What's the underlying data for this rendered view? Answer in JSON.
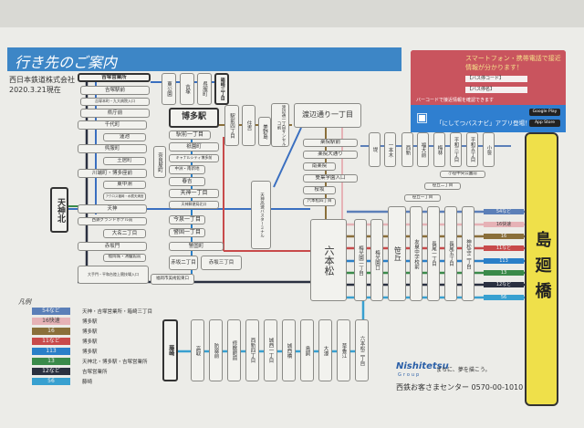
{
  "header": {
    "title": "行き先のご案内",
    "company": "西日本鉄道株式会社",
    "date": "2020.3.21現在"
  },
  "info": {
    "headline": "スマートフォン・携帯電話で接近情報が分かります！",
    "bus_code": "【バス停コード】",
    "stop_name": "【バス停名】",
    "note": "バーコードで接近情報を確認できます",
    "app_title": "「にしてつバスナビ」アプリ登場！",
    "store1": "Google Play",
    "store2": "App Store"
  },
  "terminus": "島廻橋",
  "stops": {
    "left": [
      "吉塚営業所",
      "吉塚駅前",
      "吉塚本町・九大病院入口",
      "県庁前",
      "千代町",
      "蓮池",
      "呉服町",
      "土居町",
      "川端町・博多座前",
      "東中洲",
      "アクロス福岡・水鏡天満宮",
      "天神",
      "西鉄グランドホテル前",
      "大名二丁目",
      "赤坂門",
      "福岡城・鴻臚館前",
      "大手門・平和台陸上競技場入口"
    ],
    "tenjin_kita": "天神北",
    "hakata": "博多駅",
    "mid": [
      "駅前一丁目",
      "祇園町",
      "キャナルシティ博多前",
      "中洲・南新地",
      "春吉",
      "天神一丁目",
      "天神郵便局北口",
      "今泉一丁目",
      "警固一丁目",
      "警固町",
      "赤坂二丁目",
      "赤坂三丁目",
      "福岡市美術館東口"
    ],
    "top": [
      "東公園",
      "吉塚",
      "呉服町",
      "箱崎三丁目",
      "駅前四丁目",
      "住吉",
      "美野島",
      "渡辺通一丁目サンセルコ前",
      "渡辺通り一丁目",
      "天神高速バスターミナル",
      "奈良屋町"
    ],
    "watanabe": [
      "薬院駅前",
      "薬院大通り",
      "南薬院",
      "雙葉学園入口",
      "桜坂",
      "六本松四丁目"
    ],
    "ropponmatsu": "六本松",
    "east": [
      "梅光園一丁目",
      "梅光園口",
      "笹丘",
      "友泉中学校前",
      "長尾一丁目",
      "長尾五丁目",
      "神松寺二丁目"
    ],
    "upper_right": [
      "堤",
      "一本木",
      "西新",
      "福大前",
      "梅林",
      "平和三丁目",
      "平和五丁目",
      "小笹"
    ],
    "ramps": [
      "小笹中央公園前",
      "笹丘二丁目",
      "笹丘一丁目"
    ],
    "bottom": [
      "藤崎",
      "高取",
      "防塁前",
      "修猷館前",
      "西新四丁目",
      "城西一丁目",
      "城西橋",
      "鳥飼",
      "大濠",
      "草香江",
      "六本松二丁目"
    ]
  },
  "legend": {
    "title": "凡例",
    "routes": [
      {
        "no": "54など",
        "dest": "天神・吉塚営業所・箱崎三丁目",
        "color": "#5b7fb8"
      },
      {
        "no": "16快速",
        "dest": "博多駅",
        "color": "#e6b2b6"
      },
      {
        "no": "16",
        "dest": "博多駅",
        "color": "#8a6f3a"
      },
      {
        "no": "11など",
        "dest": "博多駅",
        "color": "#c84a4a"
      },
      {
        "no": "113",
        "dest": "博多駅",
        "color": "#2a7fc8"
      },
      {
        "no": "13",
        "dest": "天神北・博多駅・吉塚営業所",
        "color": "#3a8a4a"
      },
      {
        "no": "12など",
        "dest": "吉塚営業所",
        "color": "#2a3040"
      },
      {
        "no": "56",
        "dest": "藤崎",
        "color": "#38a0d0"
      }
    ]
  },
  "footer": {
    "logo": "Nishitetsu",
    "group": "Group",
    "slogan": "まちに、夢を描こう。",
    "phone": "西鉄お客さまセンター 0570-00-1010"
  }
}
